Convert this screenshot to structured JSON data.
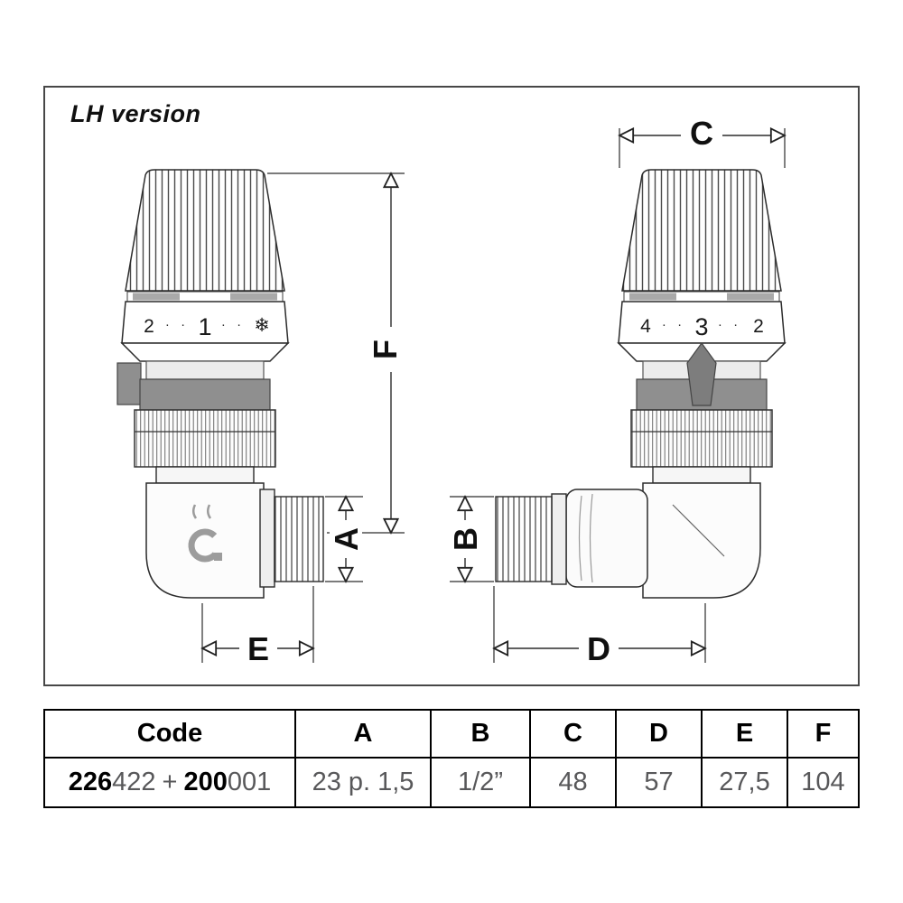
{
  "diagram": {
    "version_label": "LH version",
    "dim_labels": {
      "A": "A",
      "B": "B",
      "C": "C",
      "D": "D",
      "E": "E",
      "F": "F"
    },
    "left_valve": {
      "scale_low": "2",
      "scale_mid": "1",
      "scale_high": "❄",
      "dots": "· ·"
    },
    "right_valve": {
      "scale_low": "4",
      "scale_mid": "3",
      "scale_high": "2",
      "dots": "· ·"
    }
  },
  "table": {
    "headers": [
      "Code",
      "A",
      "B",
      "C",
      "D",
      "E",
      "F"
    ],
    "row": {
      "code_part1_bold": "226",
      "code_part1": "422",
      "code_plus": "+",
      "code_part2_bold": "200",
      "code_part2": "001",
      "a": "23 p. 1,5",
      "b": "1/2”",
      "c": "48",
      "d": "57",
      "e": "27,5",
      "f": "104"
    }
  }
}
